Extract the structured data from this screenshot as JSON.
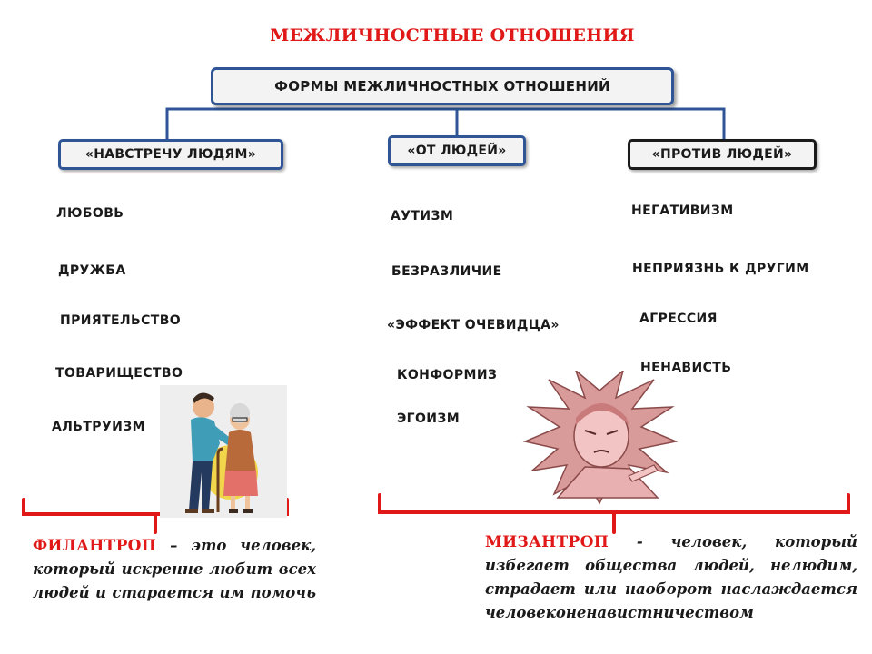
{
  "title": "МЕЖЛИЧНОСТНЫЕ ОТНОШЕНИЯ",
  "root": "ФОРМЫ МЕЖЛИЧНОСТНЫХ ОТНОШЕНИЙ",
  "columns": [
    {
      "label": "«НАВСТРЕЧУ ЛЮДЯМ»",
      "items": [
        "ЛЮБОВЬ",
        "ДРУЖБА",
        "ПРИЯТЕЛЬСТВО",
        "ТОВАРИЩЕСТВО",
        "АЛЬТРУИЗМ"
      ]
    },
    {
      "label": "«ОТ ЛЮДЕЙ»",
      "items": [
        "АУТИЗМ",
        "БЕЗРАЗЛИЧИЕ",
        "«ЭФФЕКТ ОЧЕВИДЦА»",
        "КОНФОРМИЗ",
        "ЭГОИЗМ"
      ]
    },
    {
      "label": "«ПРОТИВ ЛЮДЕЙ»",
      "items": [
        "НЕГАТИВИЗМ",
        "НЕПРИЯЗНЬ К ДРУГИМ",
        "АГРЕССИЯ",
        "НЕНАВИСТЬ"
      ]
    }
  ],
  "definitions": {
    "philanthrope": {
      "term": "ФИЛАНТРОП",
      "text": " – это человек, который искренне любит всех людей и старается им помочь"
    },
    "misanthrope": {
      "term": "МИЗАНТРОП",
      "text": " - человек, который избегает общества людей, нелюдим, страдает или наоборот наслаждается человеконенавистничеством"
    }
  },
  "colors": {
    "title": "#e01818",
    "box_border": "#2f5597",
    "bracket": "#e01818",
    "connector": "#2f5597"
  },
  "illustrations": [
    "young-man-helping-elderly-woman",
    "angry-spiky-haired-girl"
  ]
}
